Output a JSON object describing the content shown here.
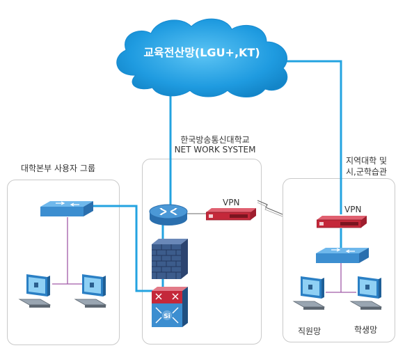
{
  "cloud": {
    "label": "교육전산망(LGU+,KT)"
  },
  "center": {
    "title_line1": "한국방송통신대학교",
    "title_line2": "NET WORK SYSTEM",
    "vpn_label": "VPN"
  },
  "left_group": {
    "title": "대학본부 사용자 그룹"
  },
  "right_group": {
    "title_line1": "지역대학 및",
    "title_line2": "시,군학습관",
    "vpn_label": "VPN",
    "staff_label": "직원망",
    "student_label": "학생망"
  },
  "colors": {
    "cloud_fill": "#1f9be0",
    "link_blue": "#23a3e0",
    "link_purple": "#a05aa8",
    "vpn_red": "#c4283a",
    "firewall_blue": "#3c5c8c",
    "switch_blue": "#3c8ed0"
  },
  "icons": [
    "cloud-icon",
    "router-icon",
    "vpn-device-icon",
    "firewall-icon",
    "core-switch-icon",
    "switch-icon",
    "computer-icon",
    "lightning-icon"
  ]
}
